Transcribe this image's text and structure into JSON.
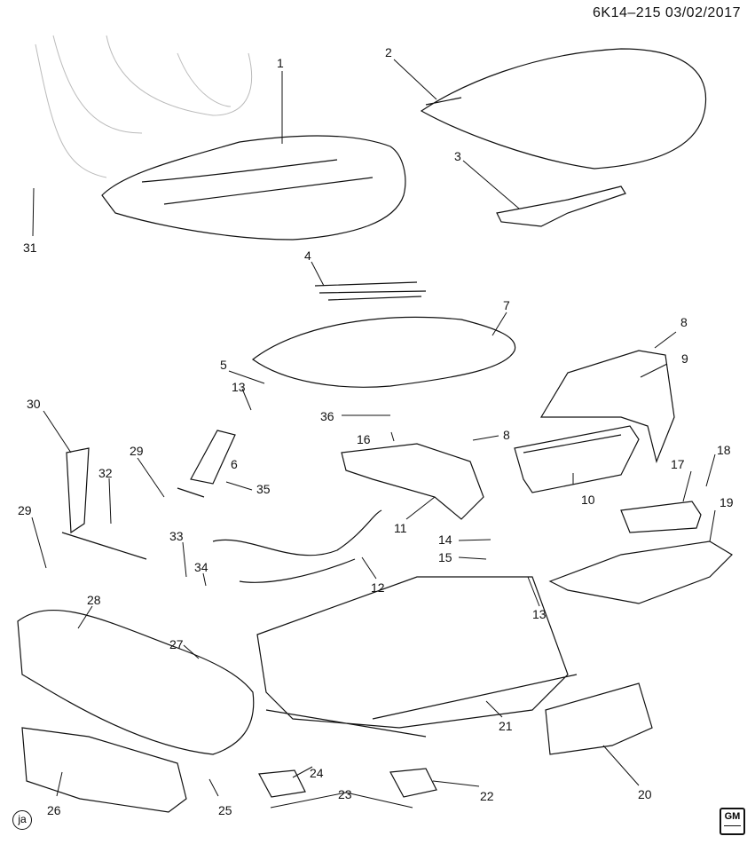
{
  "header": {
    "code": "6K14–215  03/02/2017"
  },
  "corner_mark": "ja",
  "logo": {
    "text": "GM"
  },
  "callouts": [
    "1",
    "2",
    "3",
    "4",
    "5",
    "6",
    "7",
    "8",
    "8",
    "9",
    "10",
    "11",
    "12",
    "13",
    "13",
    "14",
    "15",
    "16",
    "17",
    "18",
    "19",
    "20",
    "21",
    "22",
    "23",
    "24",
    "25",
    "26",
    "27",
    "28",
    "29",
    "29",
    "30",
    "31",
    "32",
    "33",
    "34",
    "35",
    "36"
  ]
}
